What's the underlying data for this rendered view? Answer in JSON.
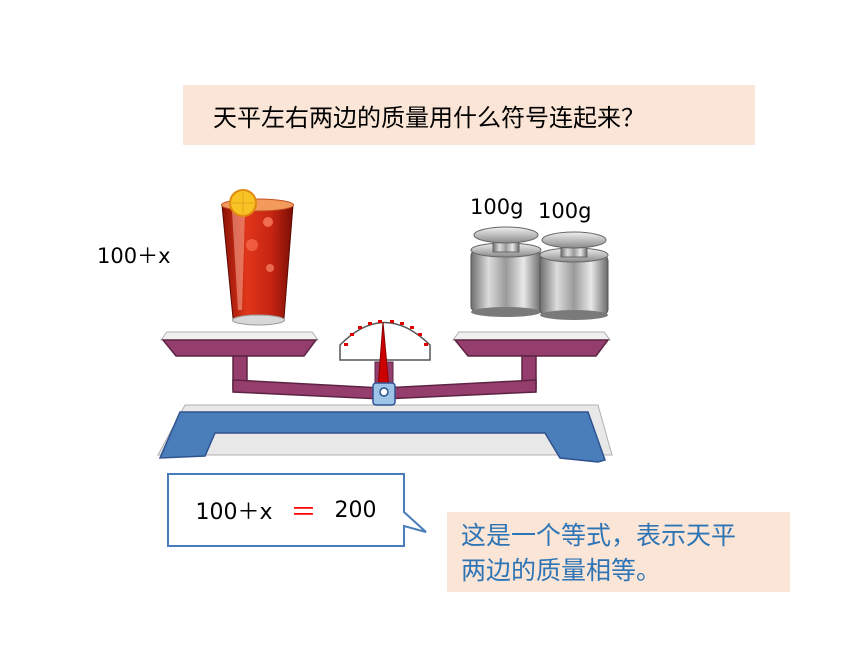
{
  "question": {
    "text": "天平左右两边的质量用什么符号连起来？"
  },
  "left_pan": {
    "label": "100＋x"
  },
  "right_pan": {
    "weight_labels": [
      "100g",
      "100g"
    ]
  },
  "equation": {
    "lhs": "100＋x",
    "sign": "＝",
    "rhs": "200"
  },
  "explanation": {
    "line1": "这是一个等式，表示天平",
    "line2": "两边的质量相等。"
  },
  "colors": {
    "scale_beam": "#953d6d",
    "scale_base": "#4a7ebb",
    "pointer": "#cc0000",
    "bubble_border": "#4a7ebb",
    "highlight_box": "#fbe5d6",
    "explain_text": "#2e75b6",
    "equals_sign": "#ff0000"
  }
}
